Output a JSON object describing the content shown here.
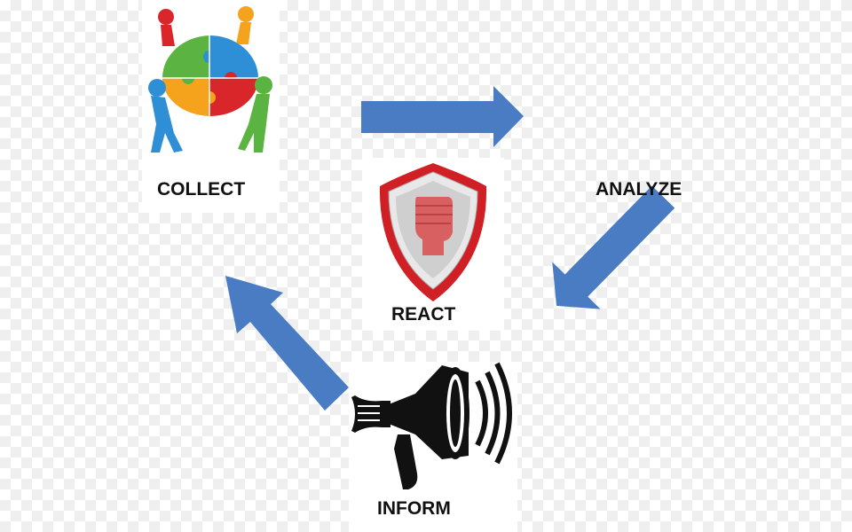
{
  "diagram": {
    "steps": {
      "collect": {
        "label": "COLLECT",
        "icon": "puzzle-team-icon"
      },
      "analyze": {
        "label": "ANALYZE"
      },
      "react": {
        "label": "REACT",
        "icon": "shield-fist-icon"
      },
      "inform": {
        "label": "INFORM",
        "icon": "megaphone-icon"
      }
    },
    "colors": {
      "arrow": "#4a7cc4",
      "shield_red": "#d01f25",
      "shield_silver": "#c8c8c8",
      "puzzle_green": "#5bb441",
      "puzzle_blue": "#2e8fd6",
      "puzzle_orange": "#f5a21c",
      "puzzle_red": "#d8262b"
    }
  }
}
